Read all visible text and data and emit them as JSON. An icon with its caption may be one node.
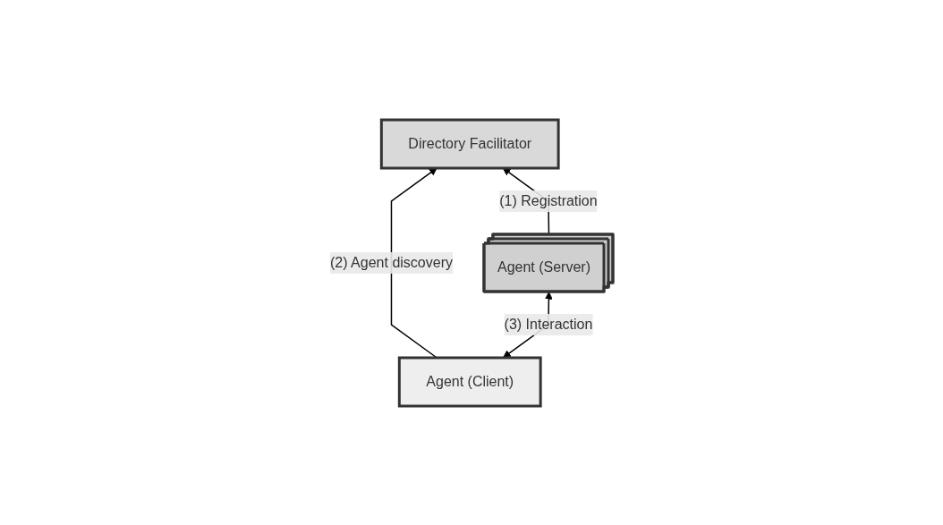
{
  "diagram": {
    "nodes": [
      {
        "text": [
          "Directory Facilitator"
        ]
      },
      {
        "text": [
          "Agent (Client)"
        ]
      },
      {
        "text": [
          "Agent (Server)"
        ]
      }
    ],
    "edges": [
      {
        "from": 1,
        "to": 0,
        "label": "(2) Agent discovery",
        "arrow": "to"
      },
      {
        "from": 2,
        "to": 0,
        "label": "(1) Registration",
        "arrow": "to"
      },
      {
        "from": 1,
        "to": 2,
        "label": "(3) Interaction",
        "arrow": "both"
      }
    ]
  }
}
